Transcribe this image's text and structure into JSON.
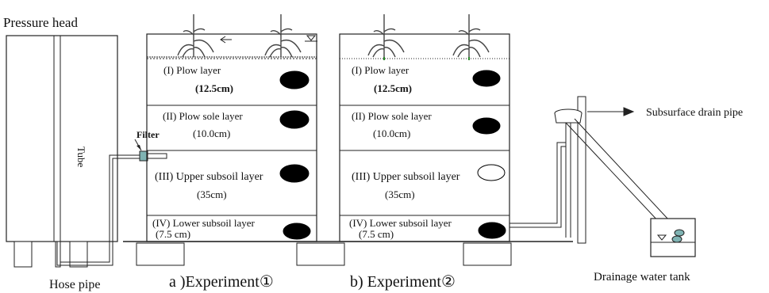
{
  "labels": {
    "pressure_head": "Pressure head",
    "tube": "Tube",
    "filter": "Filter",
    "hose_pipe": "Hose pipe",
    "experiment_a": "a )Experiment①",
    "experiment_b": "b) Experiment②",
    "drainage_tank": "Drainage water tank",
    "subsurface_drain": "Subsurface drain pipe"
  },
  "columns": [
    {
      "layers": [
        {
          "name": "(I) Plow layer",
          "depth": "(12.5cm)"
        },
        {
          "name": "(II) Plow sole layer",
          "depth": "(10.0cm)"
        },
        {
          "name": "(III) Upper subsoil layer",
          "depth": "(35cm)"
        },
        {
          "name": "(IV) Lower subsoil layer",
          "depth": "(7.5 cm)"
        }
      ],
      "sensors_filled": [
        true,
        true,
        true,
        true
      ]
    },
    {
      "layers": [
        {
          "name": "(I)  Plow layer",
          "depth": "(12.5cm)"
        },
        {
          "name": "(II) Plow sole layer",
          "depth": "(10.0cm)"
        },
        {
          "name": "(III) Upper subsoil layer",
          "depth": "(35cm)"
        },
        {
          "name": "(IV) Lower subsoil layer",
          "depth": "(7.5 cm)"
        }
      ],
      "sensors_filled": [
        true,
        true,
        false,
        true
      ]
    }
  ],
  "colors": {
    "line": "#222222",
    "plant": "#444444",
    "sensor": "#000000",
    "pipe_fill": "#7fb3b3"
  }
}
